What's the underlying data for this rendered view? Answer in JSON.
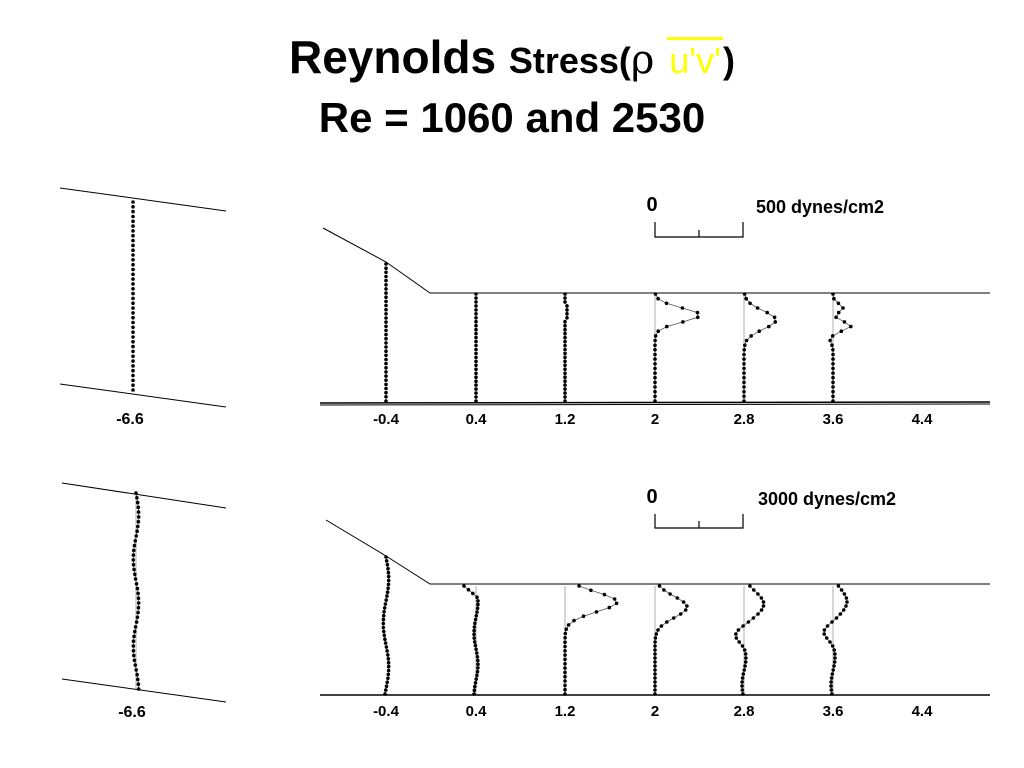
{
  "title": {
    "main": "Reynolds",
    "stress": "Stress",
    "open_paren": "(",
    "rho": "ρ",
    "uv": "u'v'",
    "close_paren": ")",
    "subtitle": "Re = 1060 and 2530"
  },
  "panels": [
    {
      "scale_zero": "0",
      "scale_label": "500 dynes/cm2",
      "left_station": "-6.6",
      "stations": [
        "-0.4",
        "0.4",
        "1.2",
        "2",
        "2.8",
        "3.6",
        "4.4"
      ]
    },
    {
      "scale_zero": "0",
      "scale_label": "3000 dynes/cm2",
      "left_station": "-6.6",
      "stations": [
        "-0.4",
        "0.4",
        "1.2",
        "2",
        "2.8",
        "3.6",
        "4.4"
      ]
    }
  ]
}
